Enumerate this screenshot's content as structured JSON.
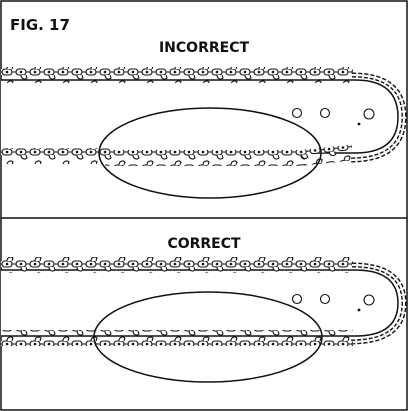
{
  "figure": {
    "label": "FIG. 17",
    "panels": [
      {
        "caption": "INCORRECT",
        "chain_sag": "sagging"
      },
      {
        "caption": "CORRECT",
        "chain_sag": "snug"
      }
    ]
  },
  "colors": {
    "line": "#111111",
    "background": "#ffffff"
  }
}
